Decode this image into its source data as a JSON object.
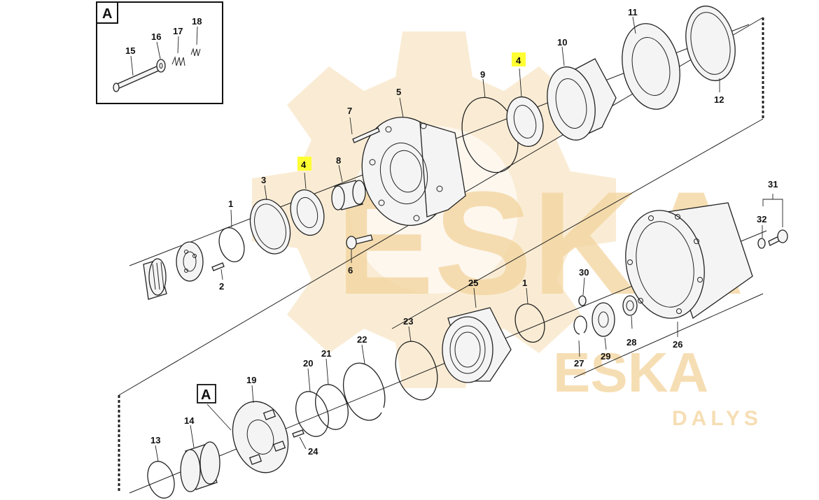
{
  "callouts": {
    "c1a": "1",
    "c2": "2",
    "c3": "3",
    "c4a": "4",
    "c4b": "4",
    "c5": "5",
    "c6": "6",
    "c7": "7",
    "c8": "8",
    "c9": "9",
    "c10": "10",
    "c11": "11",
    "c12": "12",
    "c13": "13",
    "c14": "14",
    "c15": "15",
    "c16": "16",
    "c17": "17",
    "c18": "18",
    "c19": "19",
    "c20": "20",
    "c21": "21",
    "c22": "22",
    "c23": "23",
    "c24": "24",
    "c25": "25",
    "c1b": "1",
    "c26": "26",
    "c27": "27",
    "c28": "28",
    "c29": "29",
    "c30": "30",
    "c31": "31",
    "c32": "32"
  },
  "detail_box_label": "A",
  "detail_ref_label": "A",
  "highlight_color": "#ffff33",
  "watermark": {
    "brand": "ESKA",
    "brand_small": "ESKA",
    "tagline": "DALYS",
    "color": "#f3d49c"
  }
}
